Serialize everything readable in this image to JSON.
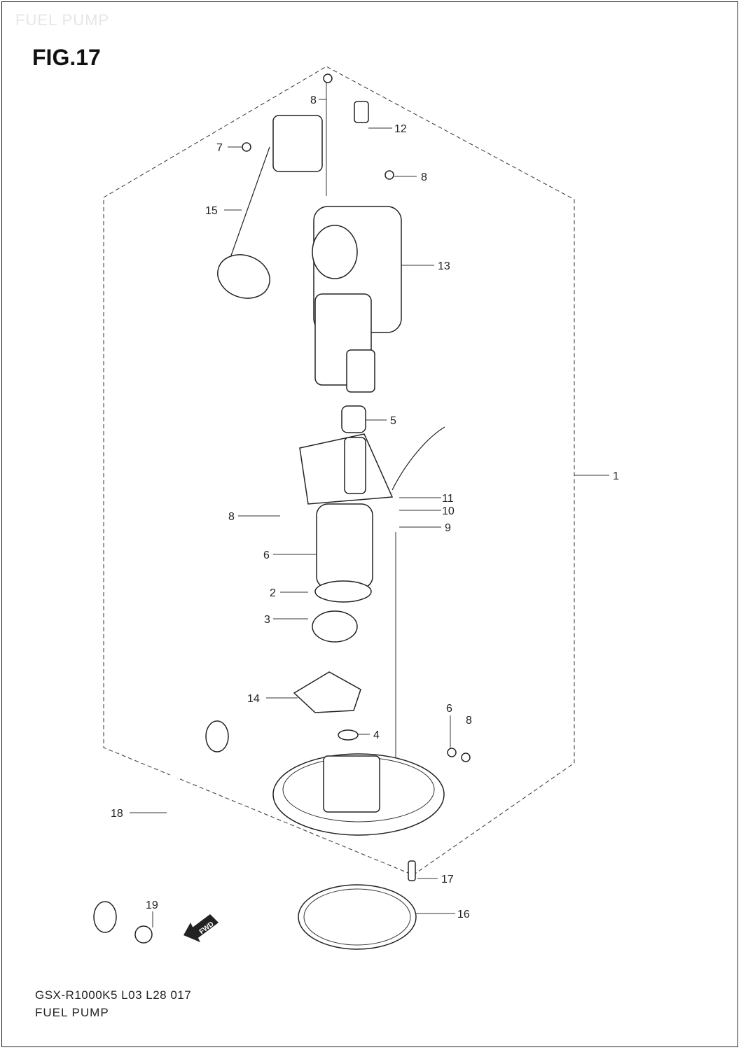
{
  "watermark": "FUEL PUMP",
  "figure_title": "FIG.17",
  "footer": {
    "model_code": "GSX-R1000K5 L03 L28 017",
    "section_name": "FUEL PUMP"
  },
  "fwd_label": "FWD",
  "callouts": {
    "c1": "1",
    "c2": "2",
    "c3": "3",
    "c4": "4",
    "c5": "5",
    "c6a": "6",
    "c6b": "6",
    "c7": "7",
    "c8a": "8",
    "c8b": "8",
    "c8c": "8",
    "c8d": "8",
    "c9": "9",
    "c10": "10",
    "c11": "11",
    "c12": "12",
    "c13": "13",
    "c14": "14",
    "c15": "15",
    "c16": "16",
    "c17": "17",
    "c18": "18",
    "c19": "19"
  }
}
